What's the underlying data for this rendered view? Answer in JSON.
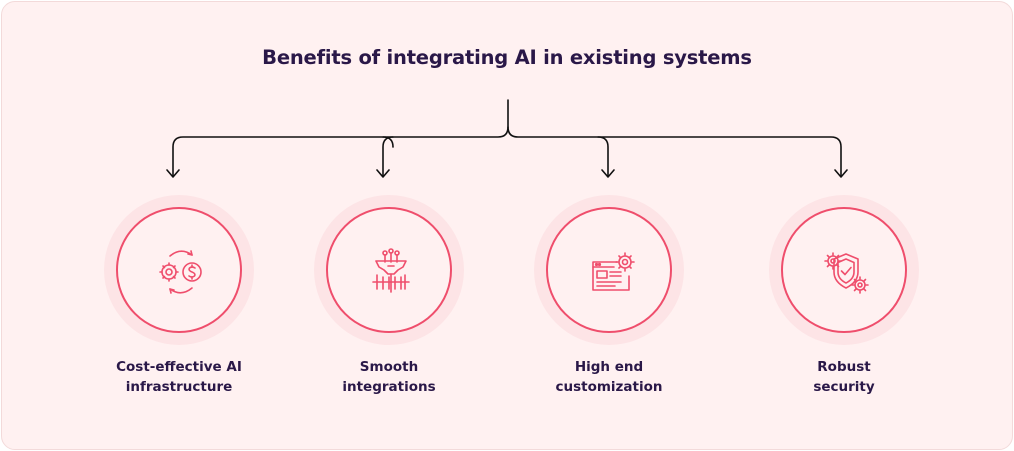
{
  "title": "Benefits of integrating AI in existing systems",
  "colors": {
    "accent": "#ef4e6c",
    "text": "#2a1848",
    "background": "#fff1f1",
    "halo": "#fde4e6"
  },
  "benefits": [
    {
      "line1": "Cost-effective AI",
      "line2": "infrastructure",
      "icon": "gear-dollar-cycle-icon"
    },
    {
      "line1": "Smooth",
      "line2": "integrations",
      "icon": "integration-hub-icon"
    },
    {
      "line1": "High end",
      "line2": "customization",
      "icon": "browser-gear-icon"
    },
    {
      "line1": "Robust",
      "line2": "security",
      "icon": "shield-gears-icon"
    }
  ]
}
